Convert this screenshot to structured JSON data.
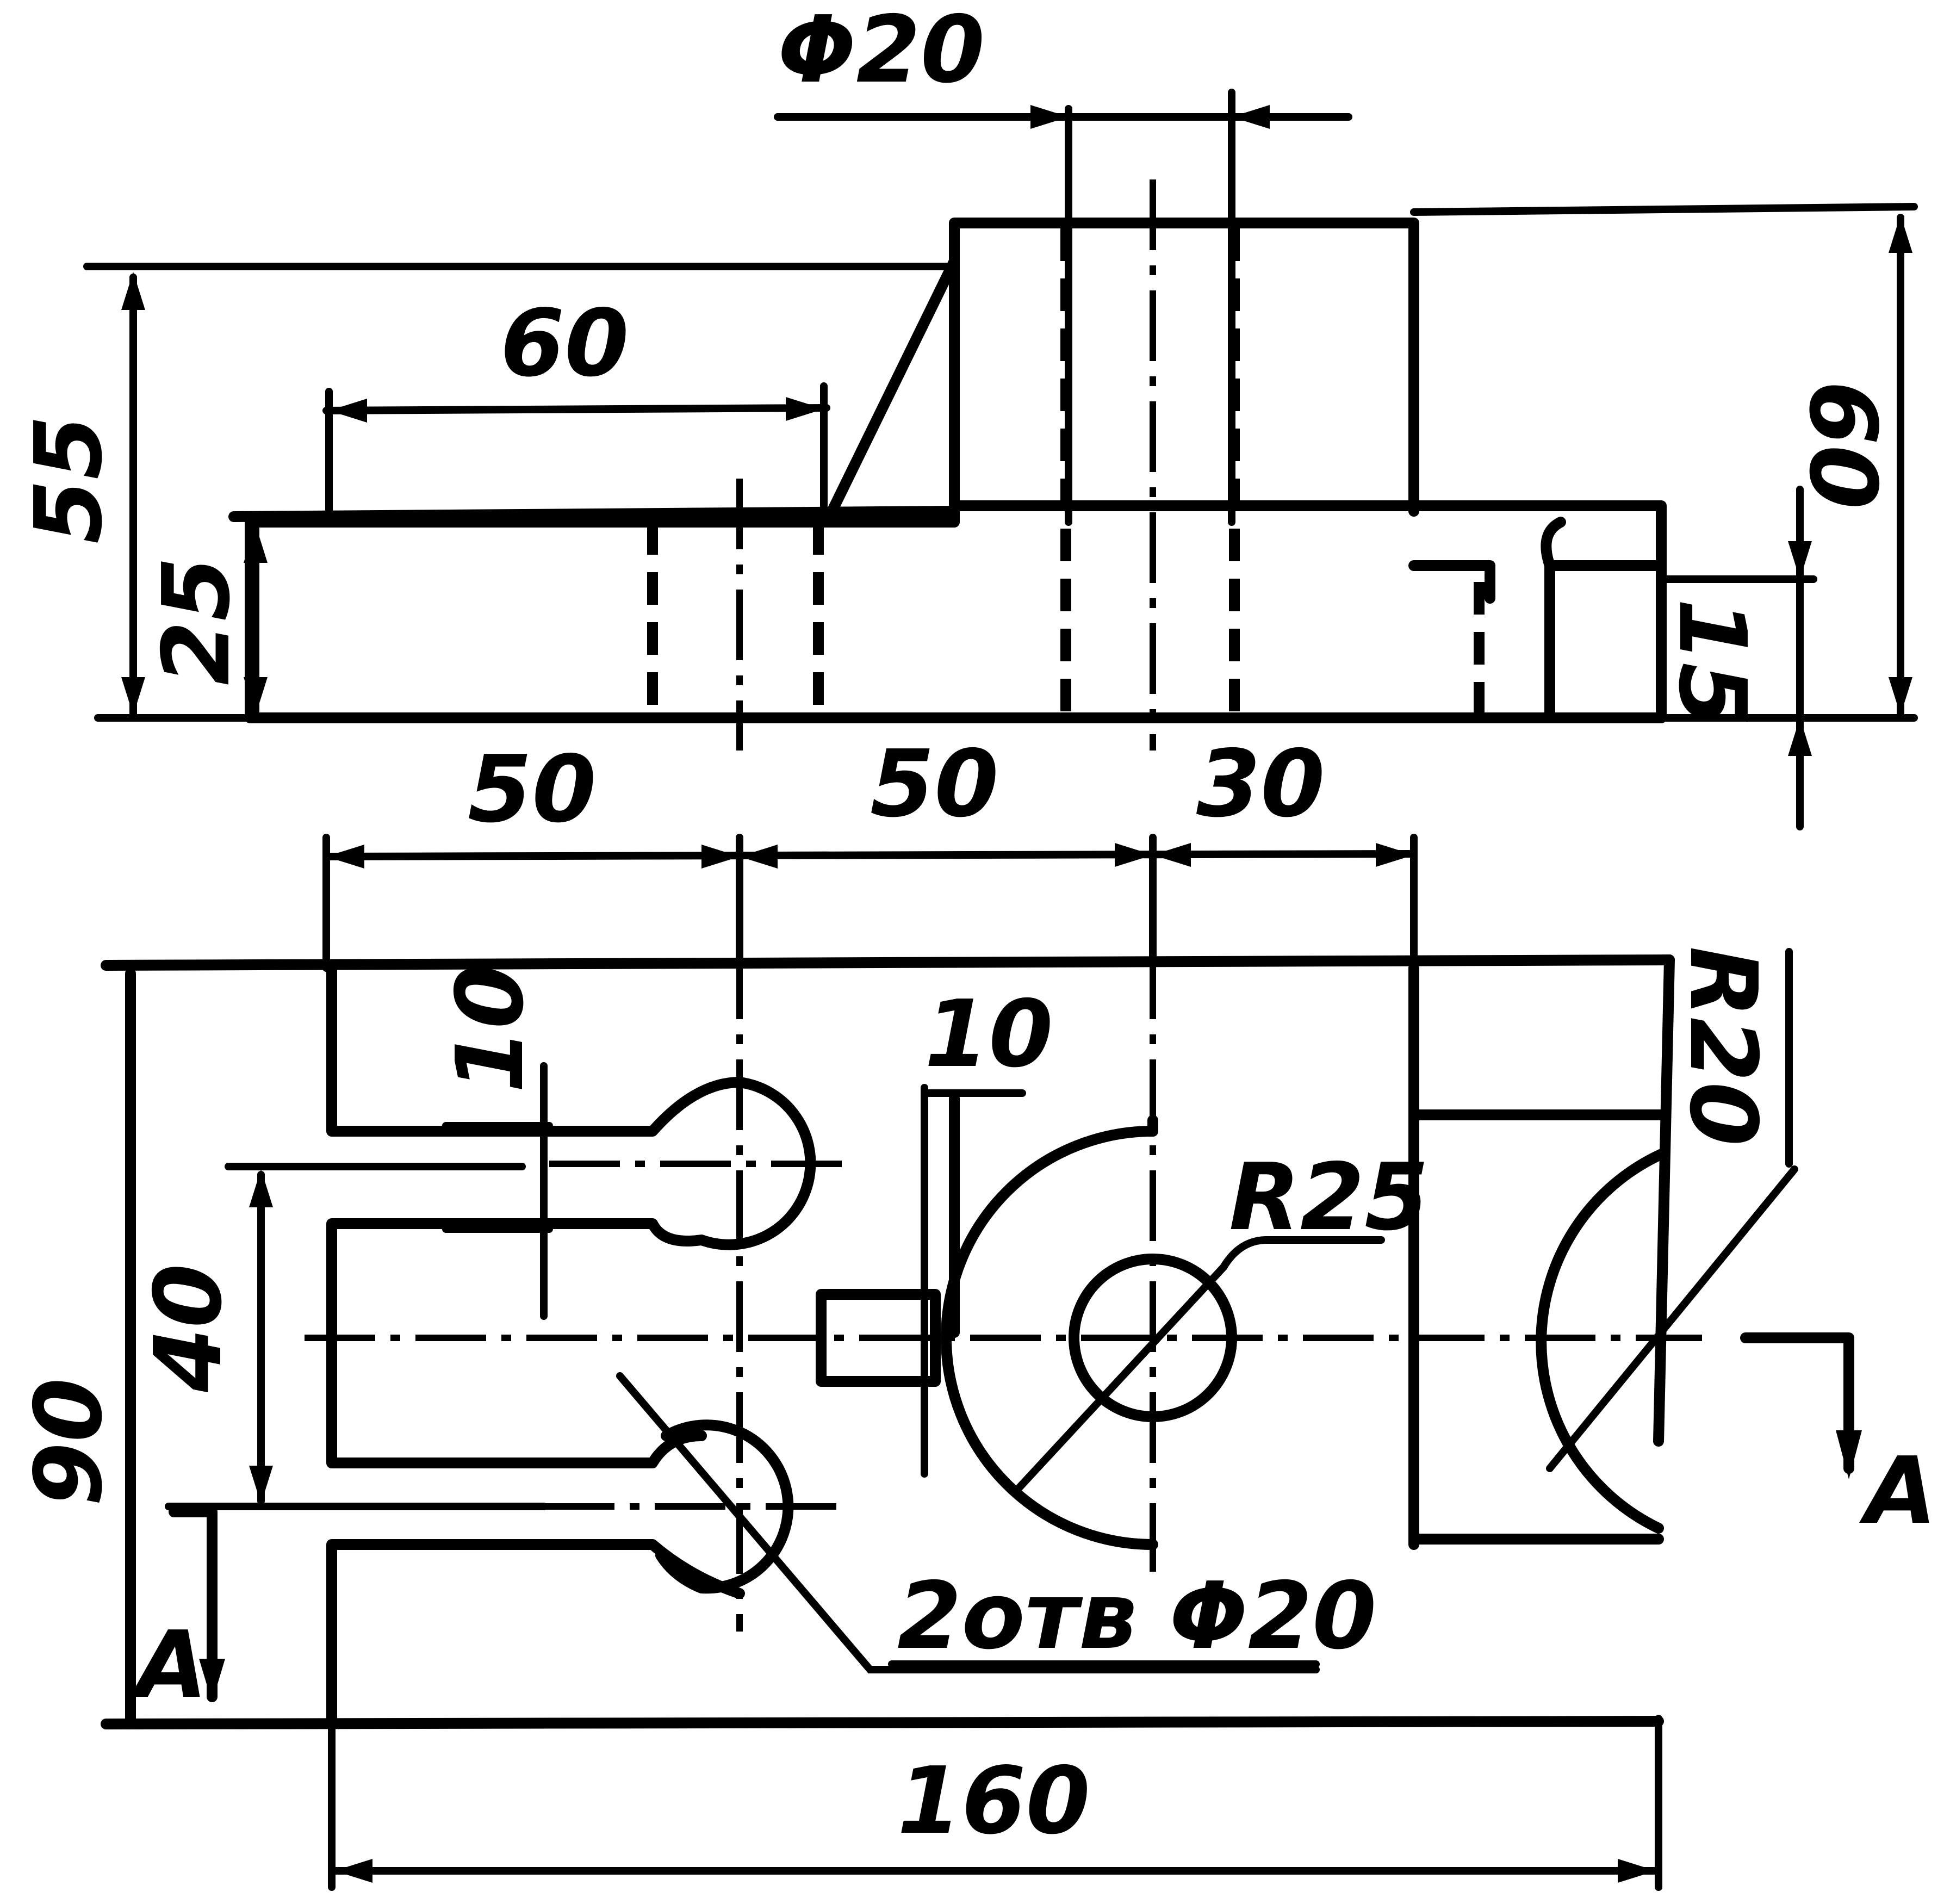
{
  "dimensions": {
    "hole_dia_top": "Φ20",
    "len_60": "60",
    "height_55": "55",
    "height_25": "25",
    "height_60": "60",
    "height_15": "15",
    "span_50_a": "50",
    "span_50_b": "50",
    "span_30": "30",
    "slot_10_a": "10",
    "slot_10_b": "10",
    "radius_r20": "R20",
    "radius_r25": "R25",
    "width_40": "40",
    "width_90": "90",
    "holes_note": "2отв Φ20",
    "length_160": "160"
  },
  "section_marks": {
    "left": "A",
    "right": "A"
  }
}
